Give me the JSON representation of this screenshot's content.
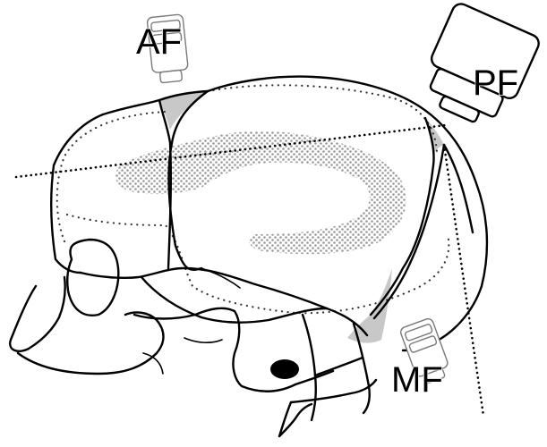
{
  "labels": {
    "af": "AF",
    "pf": "PF",
    "mf": "MF"
  },
  "colors": {
    "line": "#000000",
    "shading": "#c8c8c8",
    "stipple": "#9a9a9a",
    "background": "#ffffff"
  },
  "icons": {
    "af": "objective-lens-icon",
    "pf": "objective-lens-icon",
    "mf": "objective-lens-icon"
  }
}
